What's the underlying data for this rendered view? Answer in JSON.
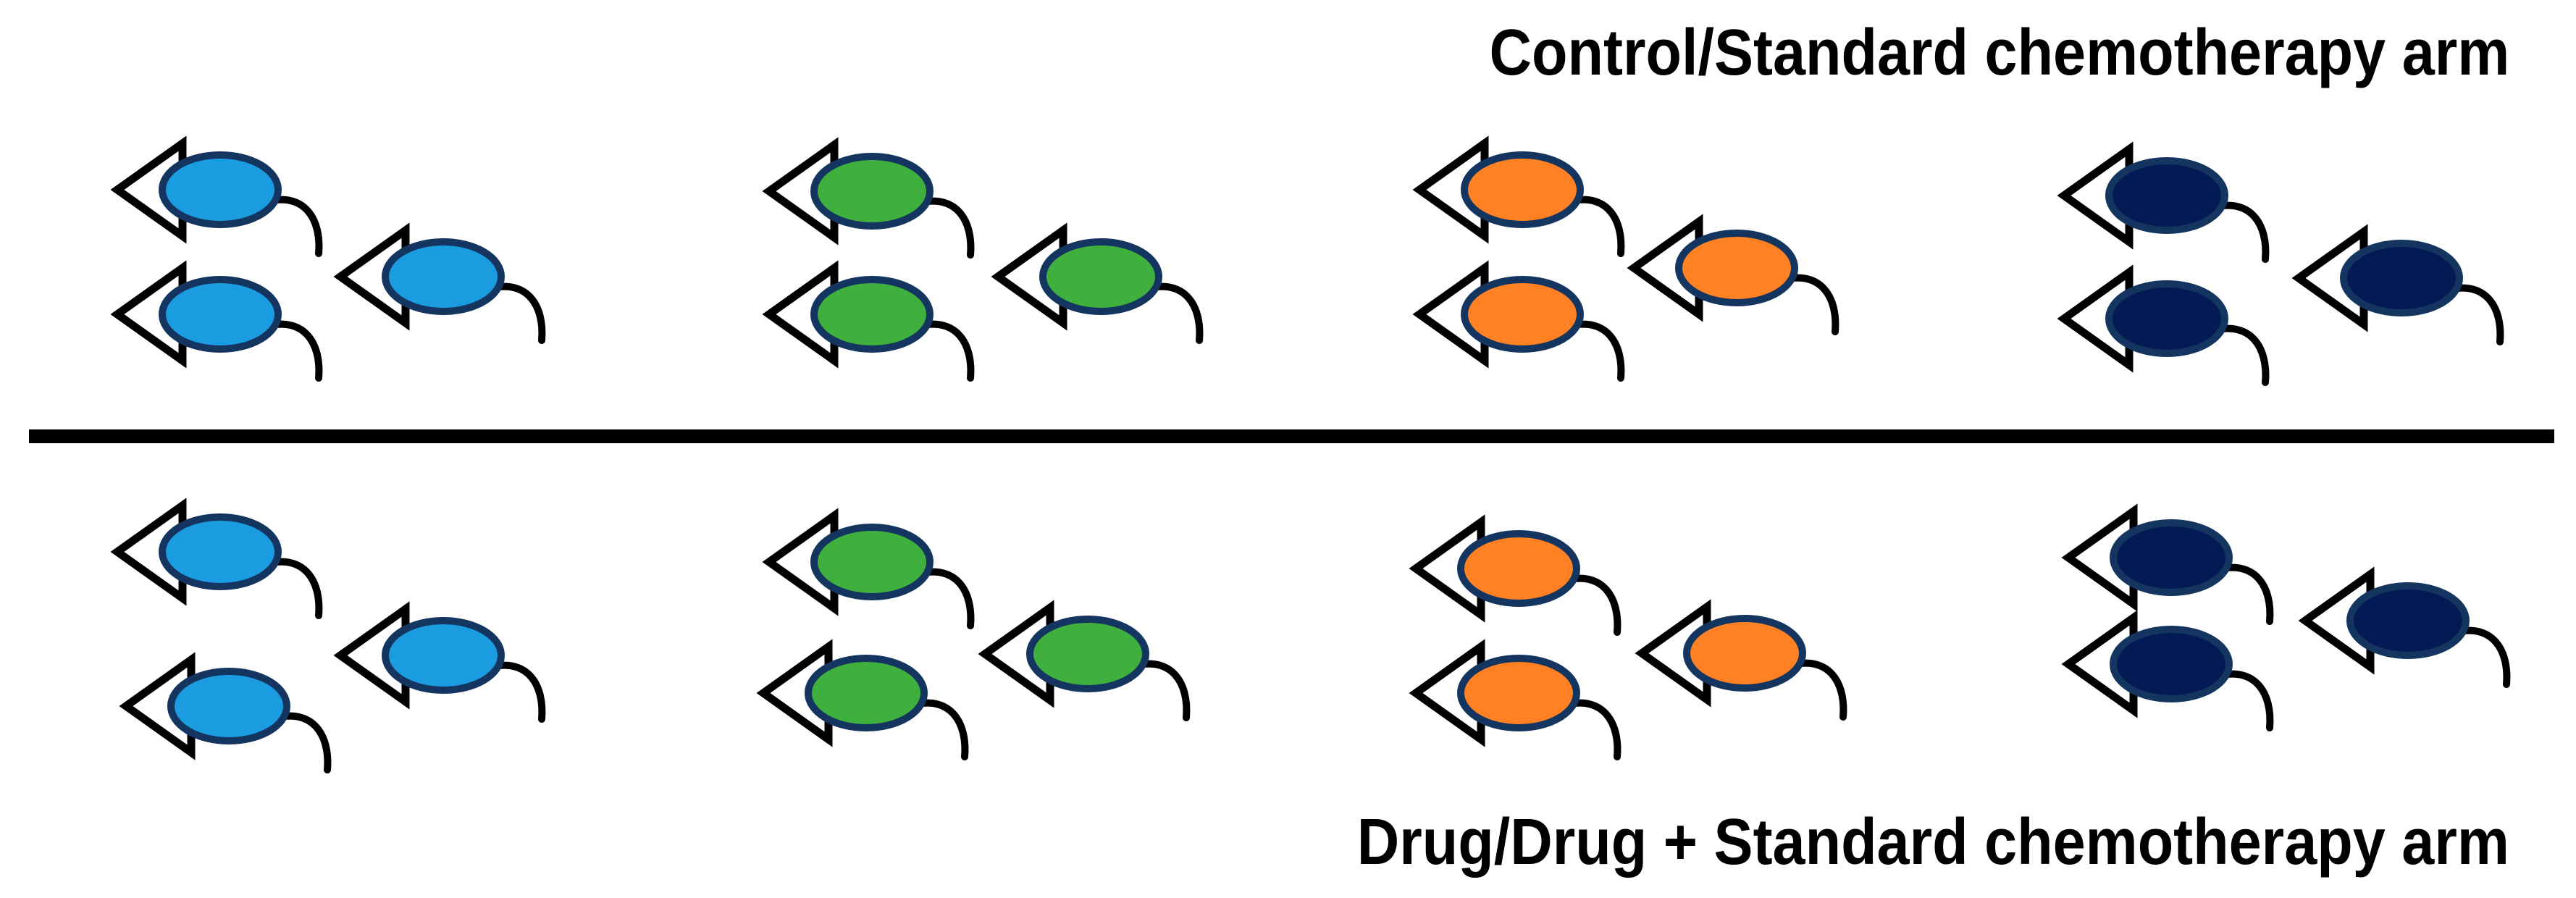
{
  "arms": {
    "top_label": "Control/Standard chemotherapy arm",
    "bottom_label": "Drug/Drug + Standard chemotherapy arm"
  },
  "colors": {
    "background": "#ffffff",
    "divider": "#000000",
    "outline": "#143560",
    "pointer_fill": "#ffffff",
    "pointer_stroke": "#000000",
    "groups": [
      "#1b9be0",
      "#3faf3d",
      "#ff8124",
      "#041a55"
    ]
  },
  "figure": {
    "groups_per_arm": 4,
    "mice_per_group": 3,
    "icon_name": "mouse-icon"
  }
}
